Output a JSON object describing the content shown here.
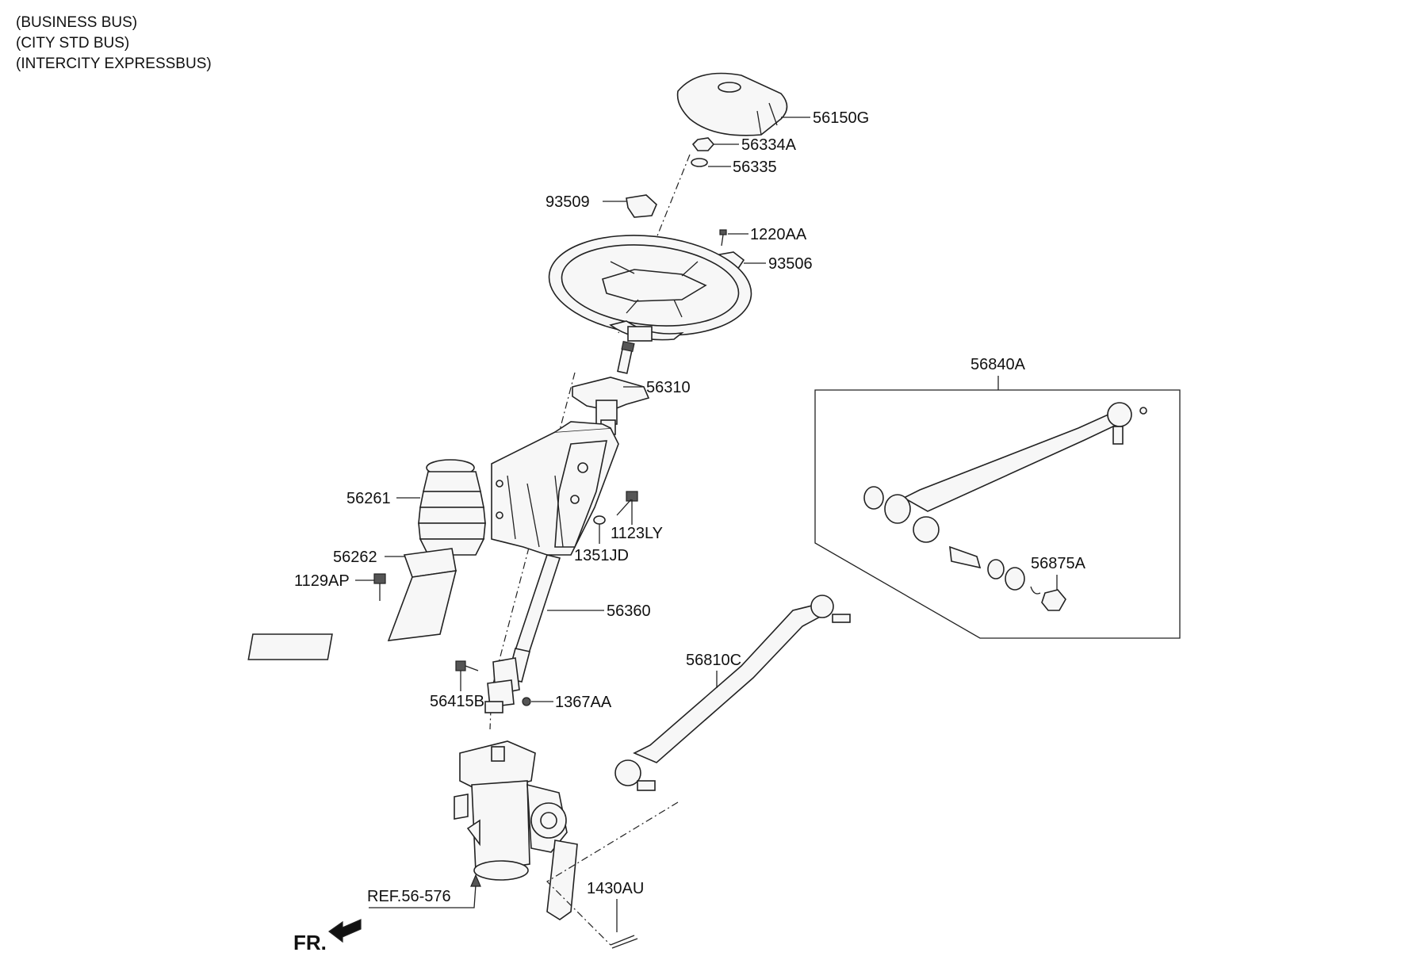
{
  "header": {
    "lines": [
      "(BUSINESS BUS)",
      "(CITY STD BUS)",
      "(INTERCITY EXPRESSBUS)"
    ]
  },
  "parts": {
    "p56150G": "56150G",
    "p56334A": "56334A",
    "p56335": "56335",
    "p93509": "93509",
    "p1220AA": "1220AA",
    "p93506": "93506",
    "p56310": "56310",
    "p56261": "56261",
    "p1123LY": "1123LY",
    "p1351JD": "1351JD",
    "p56262": "56262",
    "p1129AP": "1129AP",
    "p56360": "56360",
    "p56840A": "56840A",
    "p56875A": "56875A",
    "p56810C": "56810C",
    "p56415B": "56415B",
    "p1367AA": "1367AA",
    "p1430AU": "1430AU"
  },
  "reference": "REF.56-576",
  "direction": "FR."
}
